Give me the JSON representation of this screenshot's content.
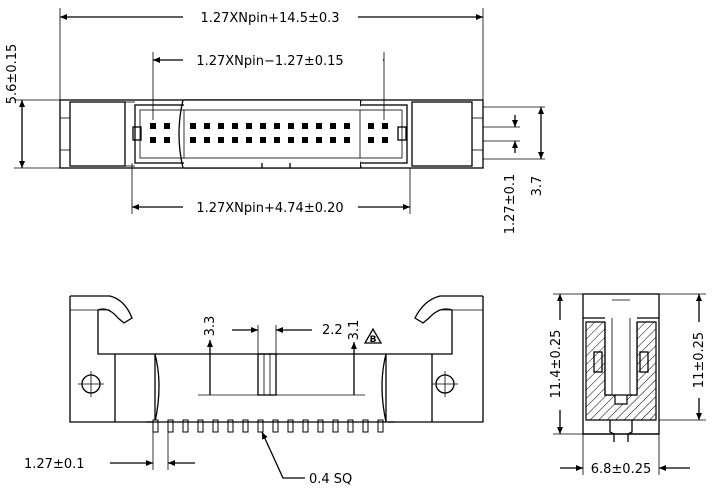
{
  "dimensions": {
    "top_overall": "1.27XNpin+14.5±0.3",
    "top_pin_span": "1.27XNpin−1.27±0.15",
    "top_body_length": "1.27XNpin+4.74±0.20",
    "top_height": "5.6±0.15",
    "top_pitch_vertical": "1.27±0.1",
    "top_row_distance": "3.7",
    "front_height_left": "3.3",
    "front_key_width": "2.2",
    "front_height_right": "3.1",
    "front_pitch": "1.27±0.1",
    "front_pin_size": "0.4 SQ",
    "side_height_left": "11.4±0.25",
    "side_height_right": "11±0.25",
    "side_width": "6.8±0.25"
  },
  "marks": {
    "revision_symbol": "B"
  }
}
